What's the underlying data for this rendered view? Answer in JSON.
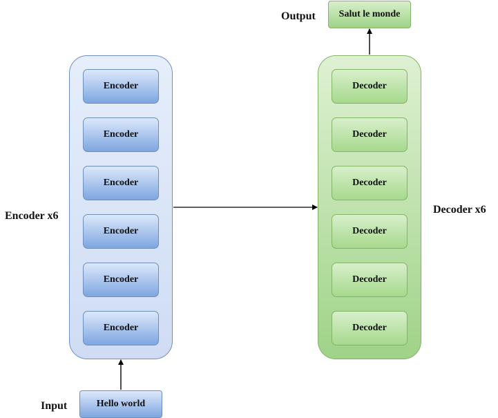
{
  "encoder_stack": {
    "label": "Encoder x6",
    "blocks": [
      "Encoder",
      "Encoder",
      "Encoder",
      "Encoder",
      "Encoder",
      "Encoder"
    ]
  },
  "decoder_stack": {
    "label": "Decoder x6",
    "blocks": [
      "Decoder",
      "Decoder",
      "Decoder",
      "Decoder",
      "Decoder",
      "Decoder"
    ]
  },
  "input": {
    "label": "Input",
    "value": "Hello world"
  },
  "output": {
    "label": "Output",
    "value": "Salut le monde"
  },
  "colors": {
    "encoder_fill": "#7ea6e0",
    "encoder_border": "#6c8ebf",
    "decoder_fill": "#a6d98d",
    "decoder_border": "#82b366",
    "arrow": "#000000"
  }
}
